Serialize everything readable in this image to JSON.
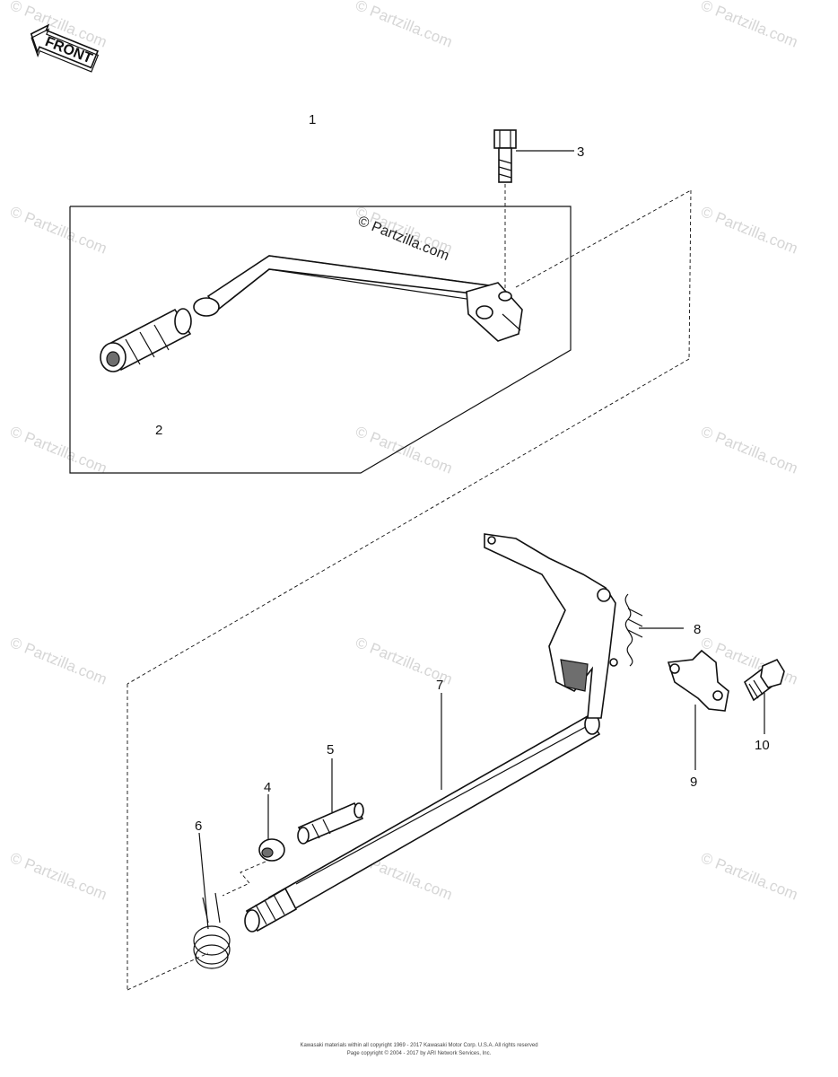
{
  "front_label": "FRONT",
  "watermark_text": "© Partzilla.com",
  "center_watermark_text": "© Partzilla.com",
  "callouts": [
    {
      "id": "c1",
      "label": "1"
    },
    {
      "id": "c2",
      "label": "2"
    },
    {
      "id": "c3",
      "label": "3"
    },
    {
      "id": "c4",
      "label": "4"
    },
    {
      "id": "c5",
      "label": "5"
    },
    {
      "id": "c6",
      "label": "6"
    },
    {
      "id": "c7",
      "label": "7"
    },
    {
      "id": "c8",
      "label": "8"
    },
    {
      "id": "c9",
      "label": "9"
    },
    {
      "id": "c10",
      "label": "10"
    }
  ],
  "footer": {
    "line1": "Kawasaki materials within all copyright 1969 - 2017 Kawasaki Motor Corp. U.S.A. All rights reserved",
    "line2": "Page copyright © 2004 - 2017 by ARI Network Services, Inc."
  },
  "colors": {
    "ink": "#111111",
    "watermark": "#d6d6d6"
  }
}
